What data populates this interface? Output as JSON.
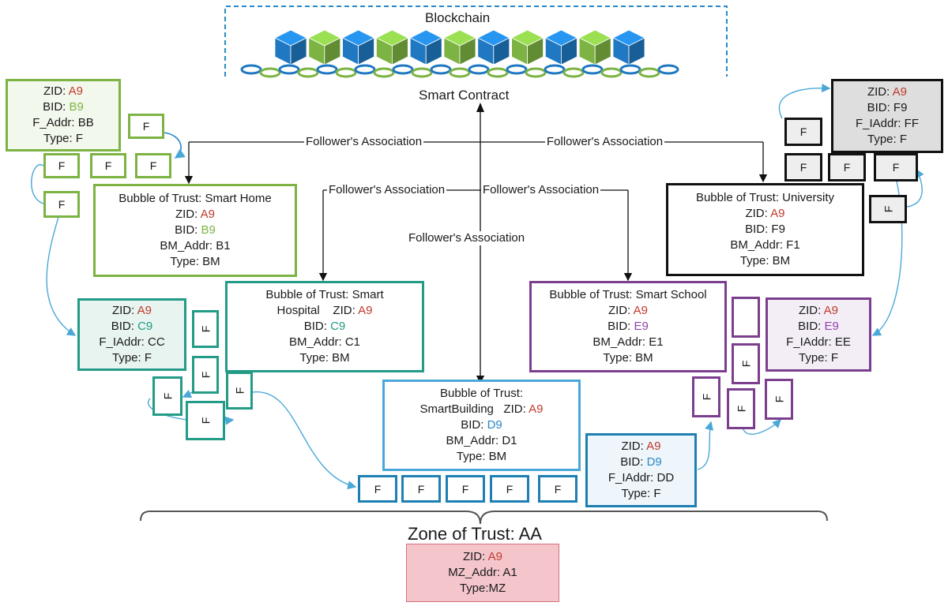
{
  "colors": {
    "green": "#7cb342",
    "teal": "#239b86",
    "blue": "#1e7fb3",
    "lightblue": "#4aa8d8",
    "purple": "#7b3f8e",
    "black": "#111111",
    "red": "#c0392b",
    "mz_fill": "#f4c6cc",
    "mz_border": "#d4717f",
    "block_blue": "#1f78c1",
    "block_green": "#7cb342"
  },
  "blockchain": {
    "title": "Blockchain"
  },
  "smart_contract": {
    "label": "Smart Contract"
  },
  "associations": {
    "top_left": "Follower's Association",
    "top_right": "Follower's  Association",
    "mid_left": "Follower's Association",
    "mid_right": "Follower's Association",
    "center": "Follower's Association"
  },
  "smart_home": {
    "follower": {
      "zid_key": "ZID:",
      "zid": "A9",
      "bid_key": "BID:",
      "bid": "B9",
      "addr": "F_Addr: BB",
      "type": "Type: F"
    },
    "manager": {
      "title": "Bubble of Trust: Smart Home",
      "zid_key": "ZID:",
      "zid": "A9",
      "bid_key": "BID:",
      "bid": "B9",
      "addr": "BM_Addr: B1",
      "type": "Type: BM"
    }
  },
  "smart_hospital": {
    "follower": {
      "zid_key": "ZID:",
      "zid": "A9",
      "bid_key": "BID:",
      "bid": "C9",
      "addr": "F_IAddr: CC",
      "type": "Type: F"
    },
    "manager": {
      "title1": "Bubble of Trust: Smart",
      "title2": "Hospital",
      "zid_key": "ZID:",
      "zid": "A9",
      "bid_key": "BID:",
      "bid": "C9",
      "addr": "BM_Addr: C1",
      "type": "Type: BM"
    }
  },
  "smart_building": {
    "follower": {
      "zid_key": "ZID:",
      "zid": "A9",
      "bid_key": "BID:",
      "bid": "D9",
      "addr": "F_IAddr: DD",
      "type": "Type: F"
    },
    "manager": {
      "title1": "Bubble of Trust:",
      "title2": "SmartBuilding",
      "zid_key": "ZID:",
      "zid": "A9",
      "bid_key": "BID:",
      "bid": "D9",
      "addr": "BM_Addr: D1",
      "type": "Type: BM"
    }
  },
  "smart_school": {
    "follower": {
      "zid_key": "ZID:",
      "zid": "A9",
      "bid_key": "BID:",
      "bid": "E9",
      "addr": "F_IAddr: EE",
      "type": "Type: F"
    },
    "manager": {
      "title": "Bubble of Trust: Smart School",
      "zid_key": "ZID:",
      "zid": "A9",
      "bid_key": "BID:",
      "bid": "E9",
      "addr": "BM_Addr: E1",
      "type": "Type: BM"
    }
  },
  "university": {
    "follower": {
      "zid_key": "ZID:",
      "zid": "A9",
      "bid": "BID: F9",
      "addr": "F_IAddr: FF",
      "type": "Type: F"
    },
    "manager": {
      "title": "Bubble of Trust: University",
      "zid_key": "ZID:",
      "zid": "A9",
      "bid": "BID: F9",
      "addr": "BM_Addr: F1",
      "type": "Type: BM"
    }
  },
  "follower_label": "F",
  "zone": {
    "title": "Zone of Trust: AA",
    "zid_key": "ZID:",
    "zid": "A9",
    "addr": "MZ_Addr: A1",
    "type": "Type:MZ"
  }
}
